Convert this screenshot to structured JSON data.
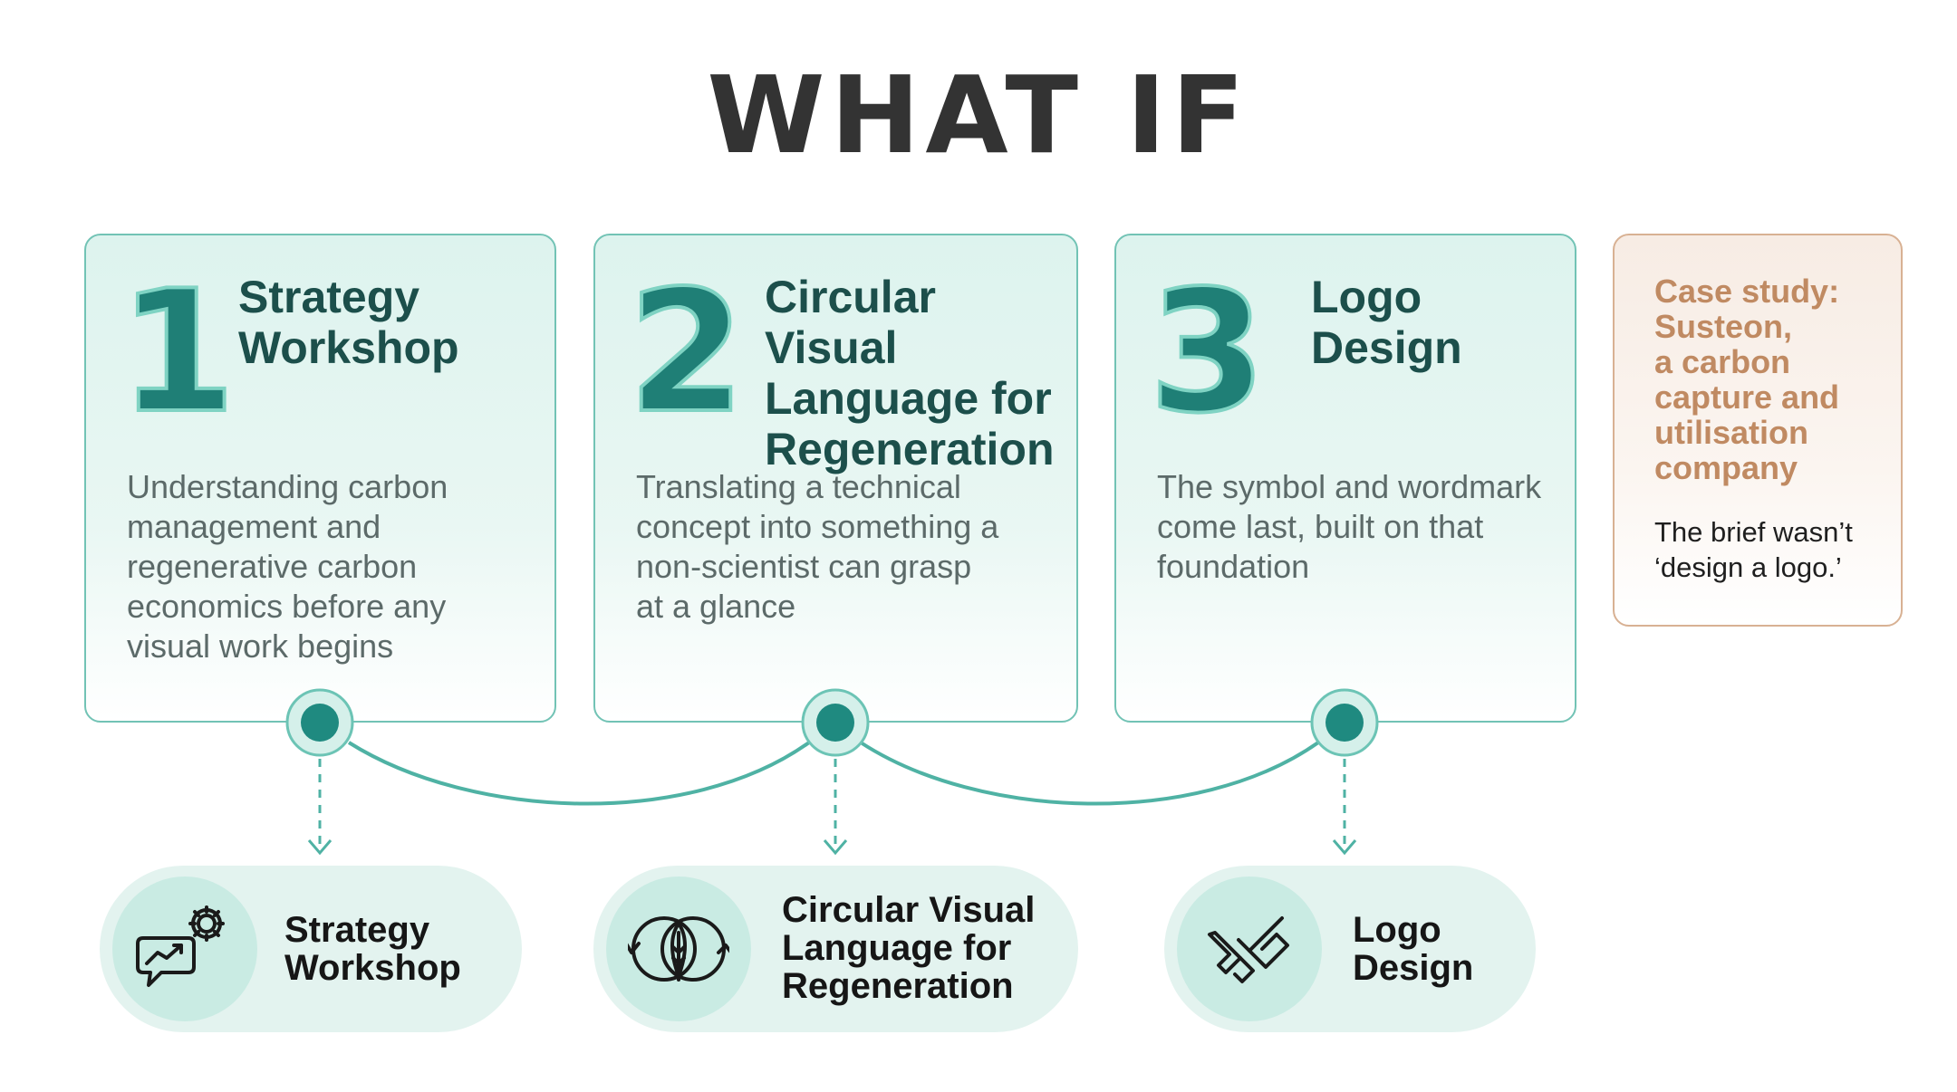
{
  "header": {
    "logo_text": "WHAT IF"
  },
  "steps": [
    {
      "number": "1",
      "title": "Strategy Workshop",
      "title_lines": [
        "Strategy",
        "Workshop"
      ],
      "description_lines": [
        "Understanding carbon",
        "management and",
        "regenerative carbon",
        "economics before any",
        "visual work begins"
      ],
      "pill_lines": [
        "Strategy",
        "Workshop"
      ],
      "icon": "chat-gear-growth-icon"
    },
    {
      "number": "2",
      "title": "Circular Visual Language for Regeneration",
      "title_lines": [
        "Circular Visual",
        "Language for",
        "Regeneration"
      ],
      "description_lines": [
        "Translating a technical",
        "concept into something a",
        "non-scientist can grasp",
        "at a glance"
      ],
      "pill_lines": [
        "Circular Visual",
        "Language for",
        "Regeneration"
      ],
      "icon": "circular-leaf-icon"
    },
    {
      "number": "3",
      "title": "Logo Design",
      "title_lines": [
        "Logo",
        "Design"
      ],
      "description_lines": [
        "The symbol and wordmark",
        "come last, built on that",
        "foundation"
      ],
      "pill_lines": [
        "Logo",
        "Design"
      ],
      "icon": "logo-mark-icon"
    }
  ],
  "case_study": {
    "title_lines": [
      "Case study:",
      "Susteon,",
      "a carbon",
      "capture and",
      "utilisation",
      "company"
    ],
    "quote_lines": [
      "The brief wasn’t",
      "‘design a logo.’"
    ]
  },
  "colors": {
    "teal": "#1f7f76",
    "teal_light": "#72c3b5",
    "card_bg": "#ddf3ee",
    "accent_brown": "#c08a62",
    "text_dark": "#1c4f4b"
  }
}
